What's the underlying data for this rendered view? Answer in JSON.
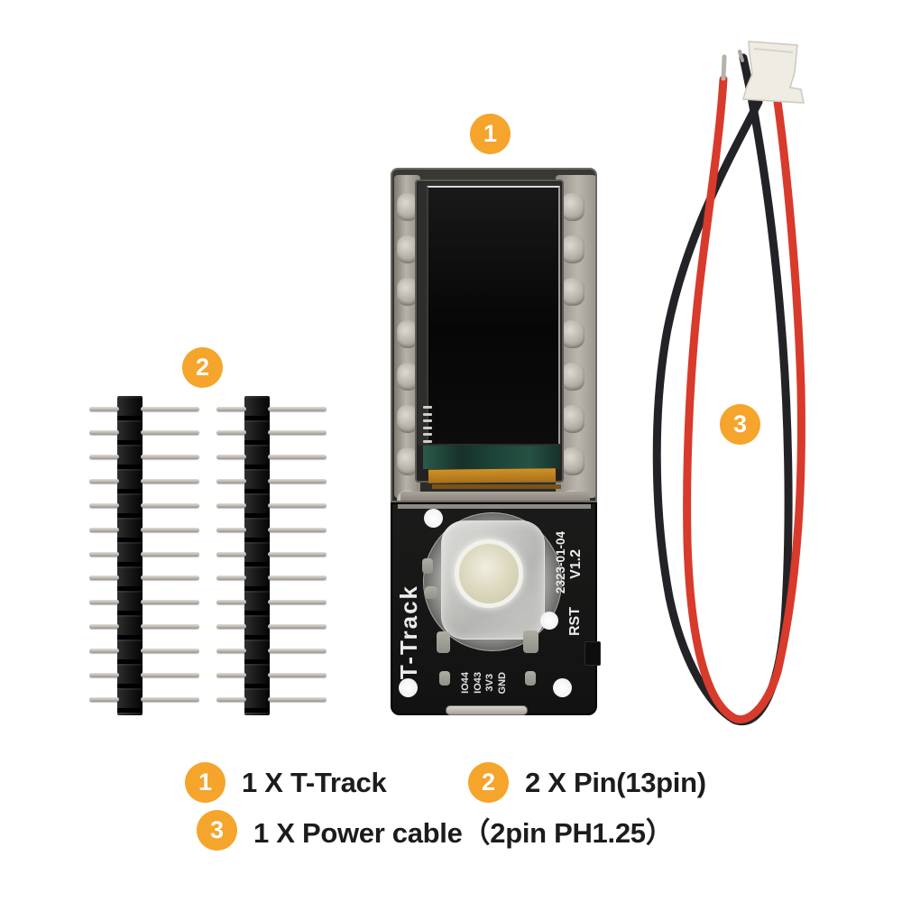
{
  "callouts": [
    {
      "number": "1"
    },
    {
      "number": "2"
    },
    {
      "number": "3"
    }
  ],
  "board": {
    "silkscreen": {
      "name": "T-Track",
      "date_code": "2323-01-04",
      "version": "V1.2",
      "reset": "RST"
    },
    "pin_labels": [
      "IO44",
      "IO43",
      "3V3",
      "GND"
    ]
  },
  "headers": {
    "count": 2,
    "pins_per_header": 13
  },
  "cable": {
    "connector_type": "PH1.25",
    "wire_count": 2
  },
  "legend": {
    "items": [
      {
        "badge": "1",
        "text": "1 X T-Track"
      },
      {
        "badge": "2",
        "text": "2 X Pin(13pin)"
      },
      {
        "badge": "3",
        "text": "1 X Power cable（2pin PH1.25）"
      }
    ]
  },
  "colors": {
    "badge_orange": "#F5A42C",
    "legend_text": "#1C1C1C",
    "wire_red": "#D83A2B",
    "wire_black": "#232327",
    "pcb_black": "#141414",
    "encoder_cream": "#DDDAC1"
  }
}
